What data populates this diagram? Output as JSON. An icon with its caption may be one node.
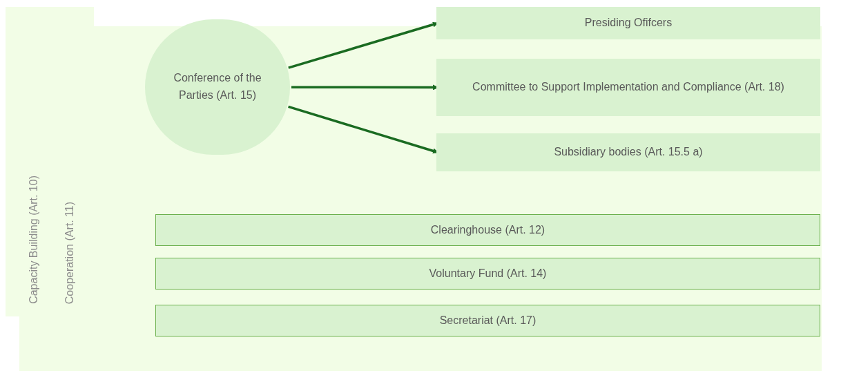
{
  "diagram": {
    "nodes": [
      {
        "text": [
          "Conference of the Parties (Art. 15)"
        ]
      },
      {
        "text": [
          "Presiding Ofifcers"
        ]
      },
      {
        "text": [
          "Committee to Support Implementation and Compliance (Art. 18)"
        ]
      },
      {
        "text": [
          "Subsidiary bodies (Art. 15.5 a)"
        ]
      },
      {
        "text": [
          "Clearinghouse (Art. 12)"
        ]
      },
      {
        "text": [
          "Voluntary Fund (Art. 14)"
        ]
      },
      {
        "text": [
          "Secretariat (Art. 17)"
        ]
      }
    ],
    "edges": [
      {
        "from": 0,
        "to": 1,
        "arrow": "to"
      },
      {
        "from": 0,
        "to": 2,
        "arrow": "to"
      },
      {
        "from": 0,
        "to": 3,
        "arrow": "to"
      }
    ],
    "labels": [
      "Capacity Building (Art. 10)",
      "Cooperation (Art. 11)"
    ]
  }
}
